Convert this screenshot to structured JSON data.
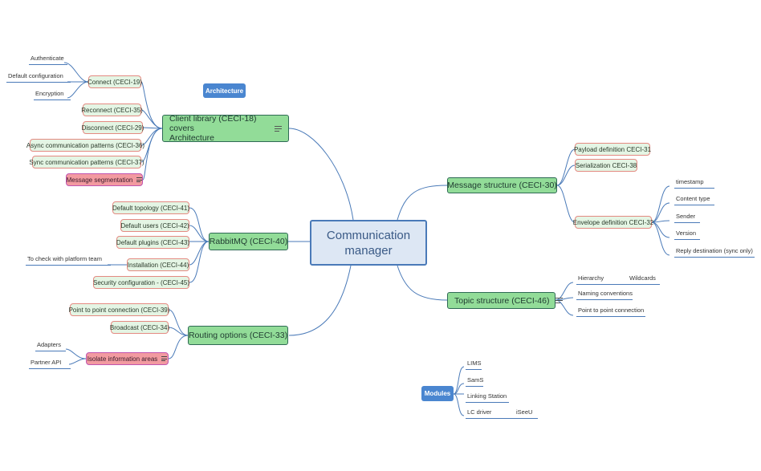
{
  "central": {
    "line1": "Communication",
    "line2": "manager"
  },
  "floating": {
    "architecture": "Architecture",
    "modules": "Modules"
  },
  "client": {
    "label_line1": "Client library (CECI-18) covers",
    "label_line2": "Architecture",
    "connect": "Connect (CECI-19)",
    "connect_leaves": [
      "Authenticate",
      "Default configuration",
      "Encryption"
    ],
    "reconnect": "Reconnect (CECI-35)",
    "disconnect": "Disconnect (CECI-29)",
    "async": "Async communication patterns (CECI-36)",
    "sync": "Sync communication patterns (CECI-37)",
    "segmentation": "Message segmentation"
  },
  "rabbit": {
    "label": "RabbitMQ (CECI-40)",
    "topology": "Default topology (CECI-41)",
    "users": "Default users (CECI-42)",
    "plugins": "Default plugins (CECI-43)",
    "installation": "Installation (CECI-44)",
    "installation_leaf": "To check with platform team",
    "security": "Security configuration  - (CECI-45)"
  },
  "routing": {
    "label": "Routing options (CECI-33)",
    "p2p": "Point to point connection (CECI-39)",
    "broadcast": "Broadcast (CECI-34)",
    "isolate": "Isolate information areas",
    "isolate_leaves": [
      "Adapters",
      "Partner API"
    ]
  },
  "message": {
    "label": "Message structure (CECI-30)",
    "payload": "Payload definition CECI-31",
    "serialization": "Serialization CECI-38",
    "envelope": "Envelope definition CECI-32",
    "envelope_leaves": [
      "timestamp",
      "Content type",
      "Sender",
      "Version",
      "Reply destination (sync only)"
    ]
  },
  "topic": {
    "label": "Topic structure (CECI-46)",
    "hierarchy": "Hierarchy",
    "wildcards": "Wildcards",
    "naming": "Naming conventions",
    "p2p": "Point to point connection"
  },
  "modules": {
    "items": [
      "LIMS",
      "SamS",
      "Linking Station",
      "LC driver"
    ],
    "iseeu": "iSeeU"
  },
  "colors": {
    "link": "#4a7ab8",
    "main_fill": "#92dc98",
    "sub_fill": "#e4f5e4",
    "sub_border": "#e48a82",
    "warn_fill": "#f29aa0",
    "central_fill": "#dde7f4",
    "floating_fill": "#4a86d0"
  }
}
